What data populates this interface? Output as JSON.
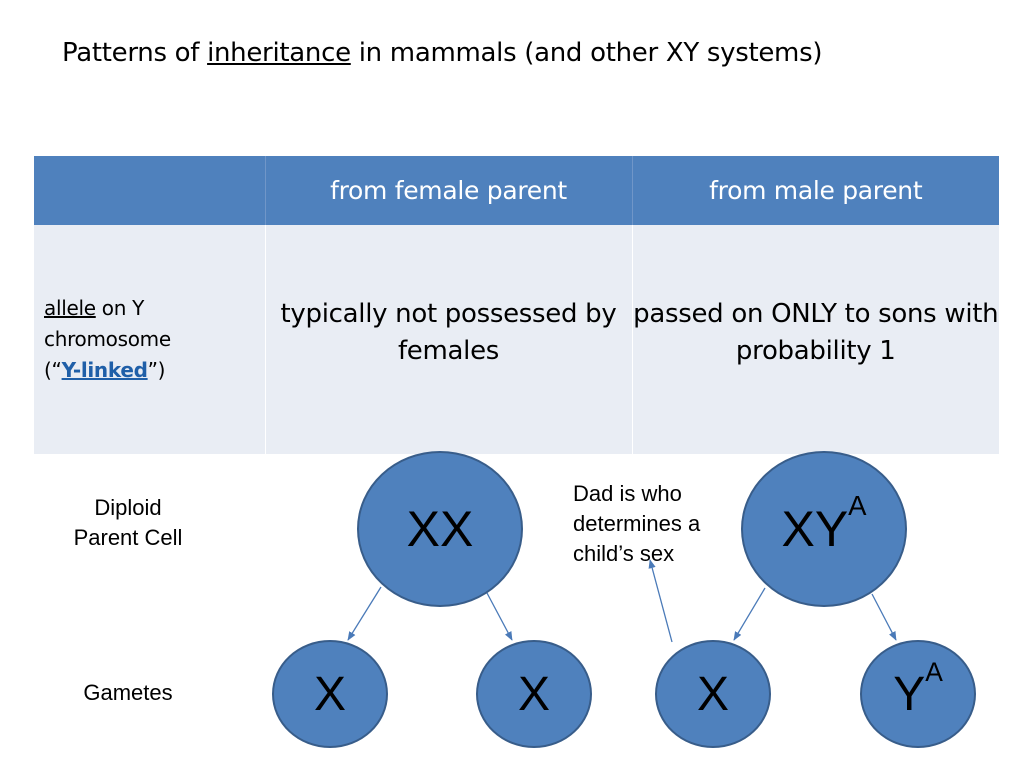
{
  "title": {
    "prefix": "Patterns of ",
    "underlined": "inheritance",
    "suffix": " in mammals (and other XY systems)"
  },
  "table": {
    "headers": [
      "",
      "from female parent",
      "from male parent"
    ],
    "row": {
      "label_underlined": "allele",
      "label_line1_rest": " on Y",
      "label_line2": "chromosome",
      "label_open": "(“",
      "label_link": "Y-linked",
      "label_close": "”)",
      "female": "typically not possessed by females",
      "male": "passed on ONLY to sons with probability 1"
    }
  },
  "diagram": {
    "labels": {
      "diploid_line1": "Diploid",
      "diploid_line2": "Parent Cell",
      "gametes": "Gametes"
    },
    "note": "Dad is who determines a child’s sex",
    "parents": {
      "female": {
        "text": "XX",
        "sup": ""
      },
      "male": {
        "text": "XY",
        "sup": "A"
      }
    },
    "gametes": [
      {
        "text": "X",
        "sup": ""
      },
      {
        "text": "X",
        "sup": ""
      },
      {
        "text": "X",
        "sup": ""
      },
      {
        "text": "Y",
        "sup": "A"
      }
    ],
    "colors": {
      "fill": "#4f81bd",
      "stroke": "#385d8a",
      "header": "#4f81bd",
      "body": "#e9edf4"
    }
  }
}
